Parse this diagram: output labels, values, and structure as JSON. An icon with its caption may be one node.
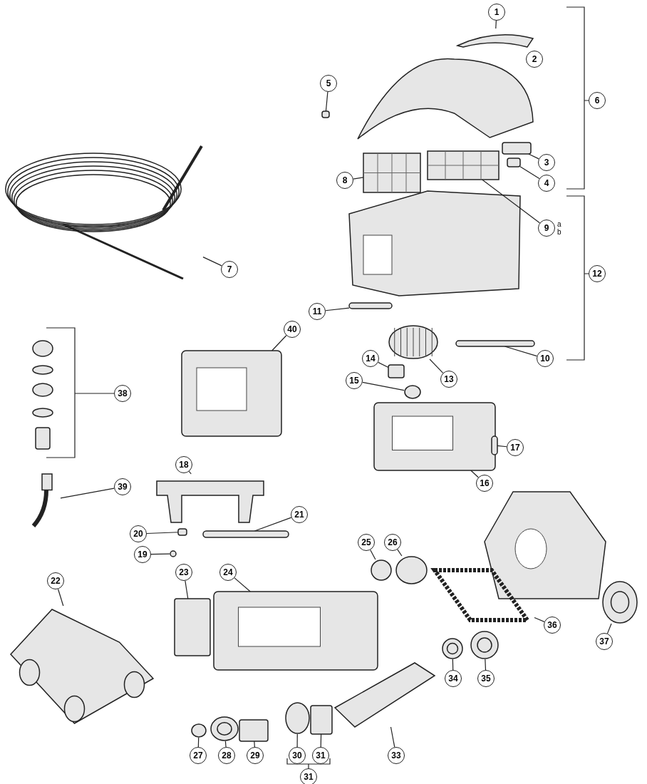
{
  "diagram": {
    "nodes": [
      {
        "text": [
          "1"
        ]
      },
      {
        "text": [
          "2"
        ]
      },
      {
        "text": [
          "3"
        ]
      },
      {
        "text": [
          "4"
        ]
      },
      {
        "text": [
          "5"
        ]
      },
      {
        "text": [
          "6"
        ]
      },
      {
        "text": [
          "7"
        ]
      },
      {
        "text": [
          "8"
        ]
      },
      {
        "text": [
          "9"
        ],
        "beside": [
          "a",
          "b"
        ]
      },
      {
        "text": [
          "10"
        ]
      },
      {
        "text": [
          "11"
        ]
      },
      {
        "text": [
          "12"
        ]
      },
      {
        "text": [
          "13"
        ]
      },
      {
        "text": [
          "14"
        ]
      },
      {
        "text": [
          "15"
        ]
      },
      {
        "text": [
          "16"
        ]
      },
      {
        "text": [
          "17"
        ]
      },
      {
        "text": [
          "18"
        ]
      },
      {
        "text": [
          "19"
        ]
      },
      {
        "text": [
          "20"
        ]
      },
      {
        "text": [
          "21"
        ]
      },
      {
        "text": [
          "22"
        ]
      },
      {
        "text": [
          "23"
        ]
      },
      {
        "text": [
          "24"
        ]
      },
      {
        "text": [
          "25"
        ]
      },
      {
        "text": [
          "26"
        ]
      },
      {
        "text": [
          "27"
        ]
      },
      {
        "text": [
          "28"
        ]
      },
      {
        "text": [
          "29"
        ]
      },
      {
        "text": [
          "30"
        ]
      },
      {
        "text": [
          "31"
        ]
      },
      {
        "text": [
          "33"
        ]
      },
      {
        "text": [
          "34"
        ]
      },
      {
        "text": [
          "35"
        ]
      },
      {
        "text": [
          "36"
        ]
      },
      {
        "text": [
          "37"
        ]
      },
      {
        "text": [
          "38"
        ]
      },
      {
        "text": [
          "39"
        ]
      },
      {
        "text": [
          "40"
        ]
      },
      {
        "text": [
          "31"
        ]
      },
      {
        "text": [],
        "shape": "picture"
      },
      {
        "text": [],
        "shape": "picture"
      },
      {
        "text": [],
        "shape": "box"
      },
      {
        "text": [],
        "shape": "box"
      },
      {
        "text": [],
        "shape": "box"
      },
      {
        "text": [],
        "shape": "picture"
      },
      {
        "text": [],
        "shape": "picture"
      },
      {
        "text": [],
        "shape": "picture"
      },
      {
        "text": [],
        "shape": "bar"
      },
      {
        "text": [],
        "shape": "bar"
      },
      {
        "text": [],
        "shape": "picture"
      },
      {
        "text": [],
        "shape": "box"
      },
      {
        "text": [],
        "shape": "circle"
      },
      {
        "text": [],
        "shape": "picture"
      },
      {
        "text": [],
        "shape": "bar"
      },
      {
        "text": [],
        "shape": "picture"
      },
      {
        "text": [],
        "shape": "circle"
      },
      {
        "text": [],
        "shape": "box"
      },
      {
        "text": [],
        "shape": "bar"
      },
      {
        "text": [],
        "shape": "picture"
      },
      {
        "text": [],
        "shape": "box"
      },
      {
        "text": [],
        "shape": "picture"
      },
      {
        "text": [],
        "shape": "circle"
      },
      {
        "text": [],
        "shape": "circle"
      },
      {
        "text": [],
        "shape": "circle"
      },
      {
        "text": [],
        "shape": "picture"
      },
      {
        "text": [],
        "shape": "box"
      },
      {
        "text": [],
        "shape": "circle"
      },
      {
        "text": [],
        "shape": "box"
      },
      {
        "text": [],
        "shape": "picture"
      },
      {
        "text": [],
        "shape": "picture"
      },
      {
        "text": [],
        "shape": "picture"
      },
      {
        "text": [],
        "shape": "picture"
      },
      {
        "text": [],
        "shape": "picture"
      },
      {
        "text": [],
        "shape": "picture"
      },
      {
        "text": [],
        "shape": "picture"
      }
    ],
    "edges": [
      {
        "from": 0,
        "to": 40,
        "arrow": "none"
      },
      {
        "from": 1,
        "to": 41,
        "arrow": "none"
      },
      {
        "from": 2,
        "to": 42,
        "arrow": "none"
      },
      {
        "from": 3,
        "to": 43,
        "arrow": "none"
      },
      {
        "from": 4,
        "to": 44,
        "arrow": "none"
      },
      {
        "from": 6,
        "to": 45,
        "arrow": "none"
      },
      {
        "from": 7,
        "to": 46,
        "arrow": "none"
      },
      {
        "from": 8,
        "to": 47,
        "arrow": "none"
      },
      {
        "from": 9,
        "to": 48,
        "arrow": "none"
      },
      {
        "from": 10,
        "to": 49,
        "arrow": "none"
      },
      {
        "from": 12,
        "to": 50,
        "arrow": "none"
      },
      {
        "from": 13,
        "to": 51,
        "arrow": "none"
      },
      {
        "from": 14,
        "to": 52,
        "arrow": "none"
      },
      {
        "from": 15,
        "to": 53,
        "arrow": "none"
      },
      {
        "from": 16,
        "to": 54,
        "arrow": "none"
      },
      {
        "from": 17,
        "to": 55,
        "arrow": "none"
      },
      {
        "from": 18,
        "to": 56,
        "arrow": "none"
      },
      {
        "from": 19,
        "to": 57,
        "arrow": "none"
      },
      {
        "from": 20,
        "to": 58,
        "arrow": "none"
      },
      {
        "from": 21,
        "to": 59,
        "arrow": "none"
      },
      {
        "from": 22,
        "to": 60,
        "arrow": "none"
      },
      {
        "from": 23,
        "to": 61,
        "arrow": "none"
      },
      {
        "from": 24,
        "to": 62,
        "arrow": "none"
      },
      {
        "from": 25,
        "to": 63,
        "arrow": "none"
      },
      {
        "from": 26,
        "to": 64,
        "arrow": "none"
      },
      {
        "from": 27,
        "to": 65,
        "arrow": "none"
      },
      {
        "from": 28,
        "to": 66,
        "arrow": "none"
      },
      {
        "from": 29,
        "to": 67,
        "arrow": "none"
      },
      {
        "from": 30,
        "to": 68,
        "arrow": "none"
      },
      {
        "from": 31,
        "to": 69,
        "arrow": "none"
      },
      {
        "from": 32,
        "to": 70,
        "arrow": "none"
      },
      {
        "from": 33,
        "to": 71,
        "arrow": "none"
      },
      {
        "from": 34,
        "to": 72,
        "arrow": "none"
      },
      {
        "from": 35,
        "to": 73,
        "arrow": "none"
      },
      {
        "from": 37,
        "to": 74,
        "arrow": "none"
      },
      {
        "from": 38,
        "to": 75,
        "arrow": "none"
      }
    ]
  }
}
